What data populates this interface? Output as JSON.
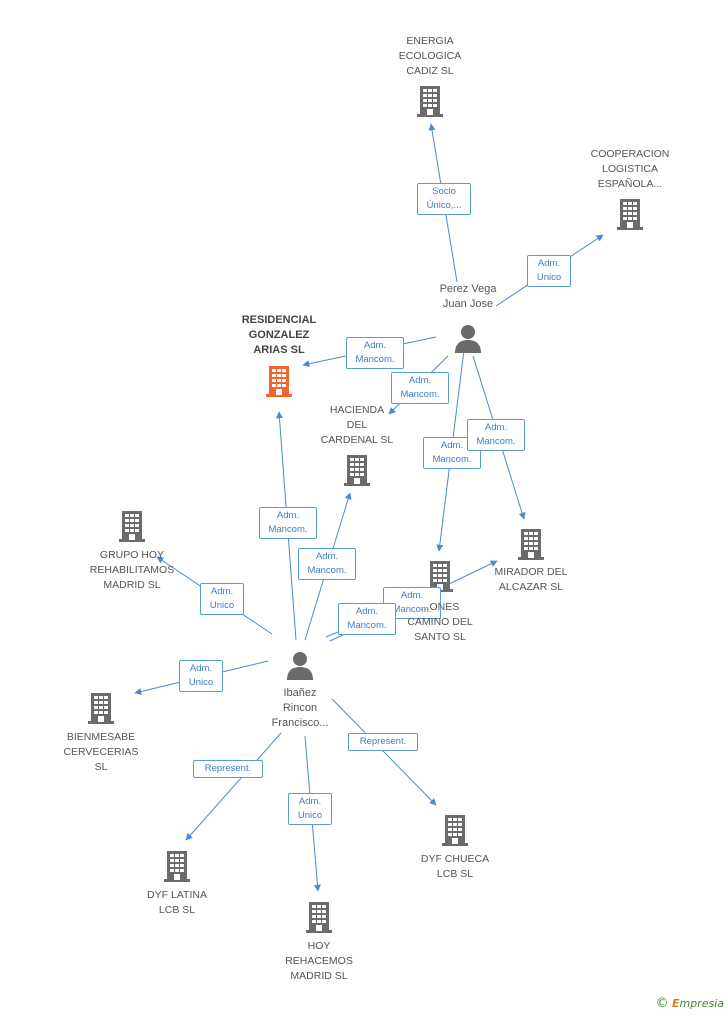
{
  "colors": {
    "edge": "#4a8ad4",
    "building": "#6b6b6b",
    "building_focus": "#f26430",
    "person": "#6b6b6b"
  },
  "persons": [
    {
      "id": "perez",
      "label": "Perez Vega\nJuan Jose"
    },
    {
      "id": "ibanez",
      "label": "Ibañez\nRincon\nFrancisco..."
    }
  ],
  "companies": [
    {
      "id": "energia",
      "label": "ENERGIA\nECOLOGICA\nCADIZ SL"
    },
    {
      "id": "cooperacion",
      "label": "COOPERACION\nLOGISTICA\nESPAÑOLA..."
    },
    {
      "id": "residencial",
      "label": "RESIDENCIAL\nGONZALEZ\nARIAS SL",
      "focus": true
    },
    {
      "id": "hacienda",
      "label": "HACIENDA\nDEL\nCARDENAL SL"
    },
    {
      "id": "grupo",
      "label": "GRUPO HOY\nREHABILITAMOS\nMADRID SL"
    },
    {
      "id": "mirador",
      "label": "MIRADOR DEL\nALCAZAR SL"
    },
    {
      "id": "camino",
      "label": "...ONES\nCAMINO DEL\nSANTO SL"
    },
    {
      "id": "bienmesabe",
      "label": "BIENMESABE\nCERVECERIAS\nSL"
    },
    {
      "id": "dyflatina",
      "label": "DYF LATINA\nLCB  SL"
    },
    {
      "id": "hoy",
      "label": "HOY\nREHACEMOS\nMADRID SL"
    },
    {
      "id": "dyfchueca",
      "label": "DYF CHUECA\nLCB  SL"
    }
  ],
  "edges": [
    {
      "id": "e1",
      "from": "perez",
      "to": "energia",
      "label": "Socio\nÚnico,..."
    },
    {
      "id": "e2",
      "from": "perez",
      "to": "cooperacion",
      "label": "Adm.\nUnico"
    },
    {
      "id": "e3",
      "from": "perez",
      "to": "residencial",
      "label": "Adm.\nMancom."
    },
    {
      "id": "e4",
      "from": "perez",
      "to": "hacienda",
      "label": "Adm.\nMancom."
    },
    {
      "id": "e5",
      "from": "perez",
      "to": "camino",
      "label": "Adm.\nMancom."
    },
    {
      "id": "e6",
      "from": "perez",
      "to": "mirador",
      "label": "Adm.\nMancom."
    },
    {
      "id": "e7",
      "from": "ibanez",
      "to": "residencial",
      "label": "Adm.\nMancom."
    },
    {
      "id": "e8",
      "from": "ibanez",
      "to": "hacienda",
      "label": "Adm.\nMancom."
    },
    {
      "id": "e9",
      "from": "ibanez",
      "to": "grupo",
      "label": "Adm.\nUnico"
    },
    {
      "id": "e10",
      "from": "ibanez",
      "to": "mirador",
      "label": "Adm.\nMancom."
    },
    {
      "id": "e11",
      "from": "ibanez",
      "to": "camino",
      "label": "Adm.\nMancom."
    },
    {
      "id": "e12",
      "from": "ibanez",
      "to": "bienmesabe",
      "label": "Adm.\nUnico"
    },
    {
      "id": "e13",
      "from": "ibanez",
      "to": "dyflatina",
      "label": "Represent."
    },
    {
      "id": "e14",
      "from": "ibanez",
      "to": "hoy",
      "label": "Adm.\nUnico"
    },
    {
      "id": "e15",
      "from": "ibanez",
      "to": "dyfchueca",
      "label": "Represent."
    }
  ],
  "brand": {
    "copyright": "©",
    "first_letter": "E",
    "rest": "mpresia"
  }
}
